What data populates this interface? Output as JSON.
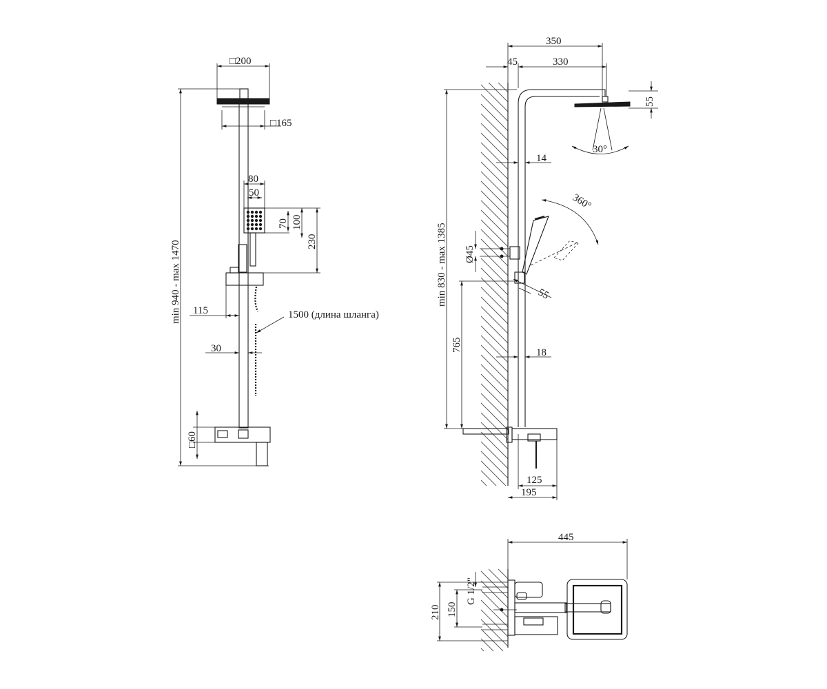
{
  "front_view": {
    "head_width": "□200",
    "head_inner": "□165",
    "handheld_width": "80",
    "handheld_inner": "50",
    "handheld_face": "70",
    "handheld_height": "100",
    "holder_height": "230",
    "total_height": "min 940 - max 1470",
    "holder_offset": "115",
    "hose_length": "1500 (длина шланга)",
    "rail_offset": "30",
    "mixer_size": "□60"
  },
  "side_view": {
    "total_depth": "350",
    "wall_offset": "45",
    "arm_length": "330",
    "head_thickness": "55",
    "spray_angle": "30°",
    "rail_diameter_top": "14",
    "rotation": "360°",
    "bracket_diameter": "Ø45",
    "holder_depth": "55",
    "height_range": "min 830 - max 1385",
    "lower_height": "765",
    "rail_diameter_bottom": "18",
    "mixer_depth": "125",
    "mixer_total_depth": "195"
  },
  "top_view": {
    "total_depth": "445",
    "outer_span": "210",
    "inlet_spacing": "150",
    "thread": "G 1/2\""
  }
}
